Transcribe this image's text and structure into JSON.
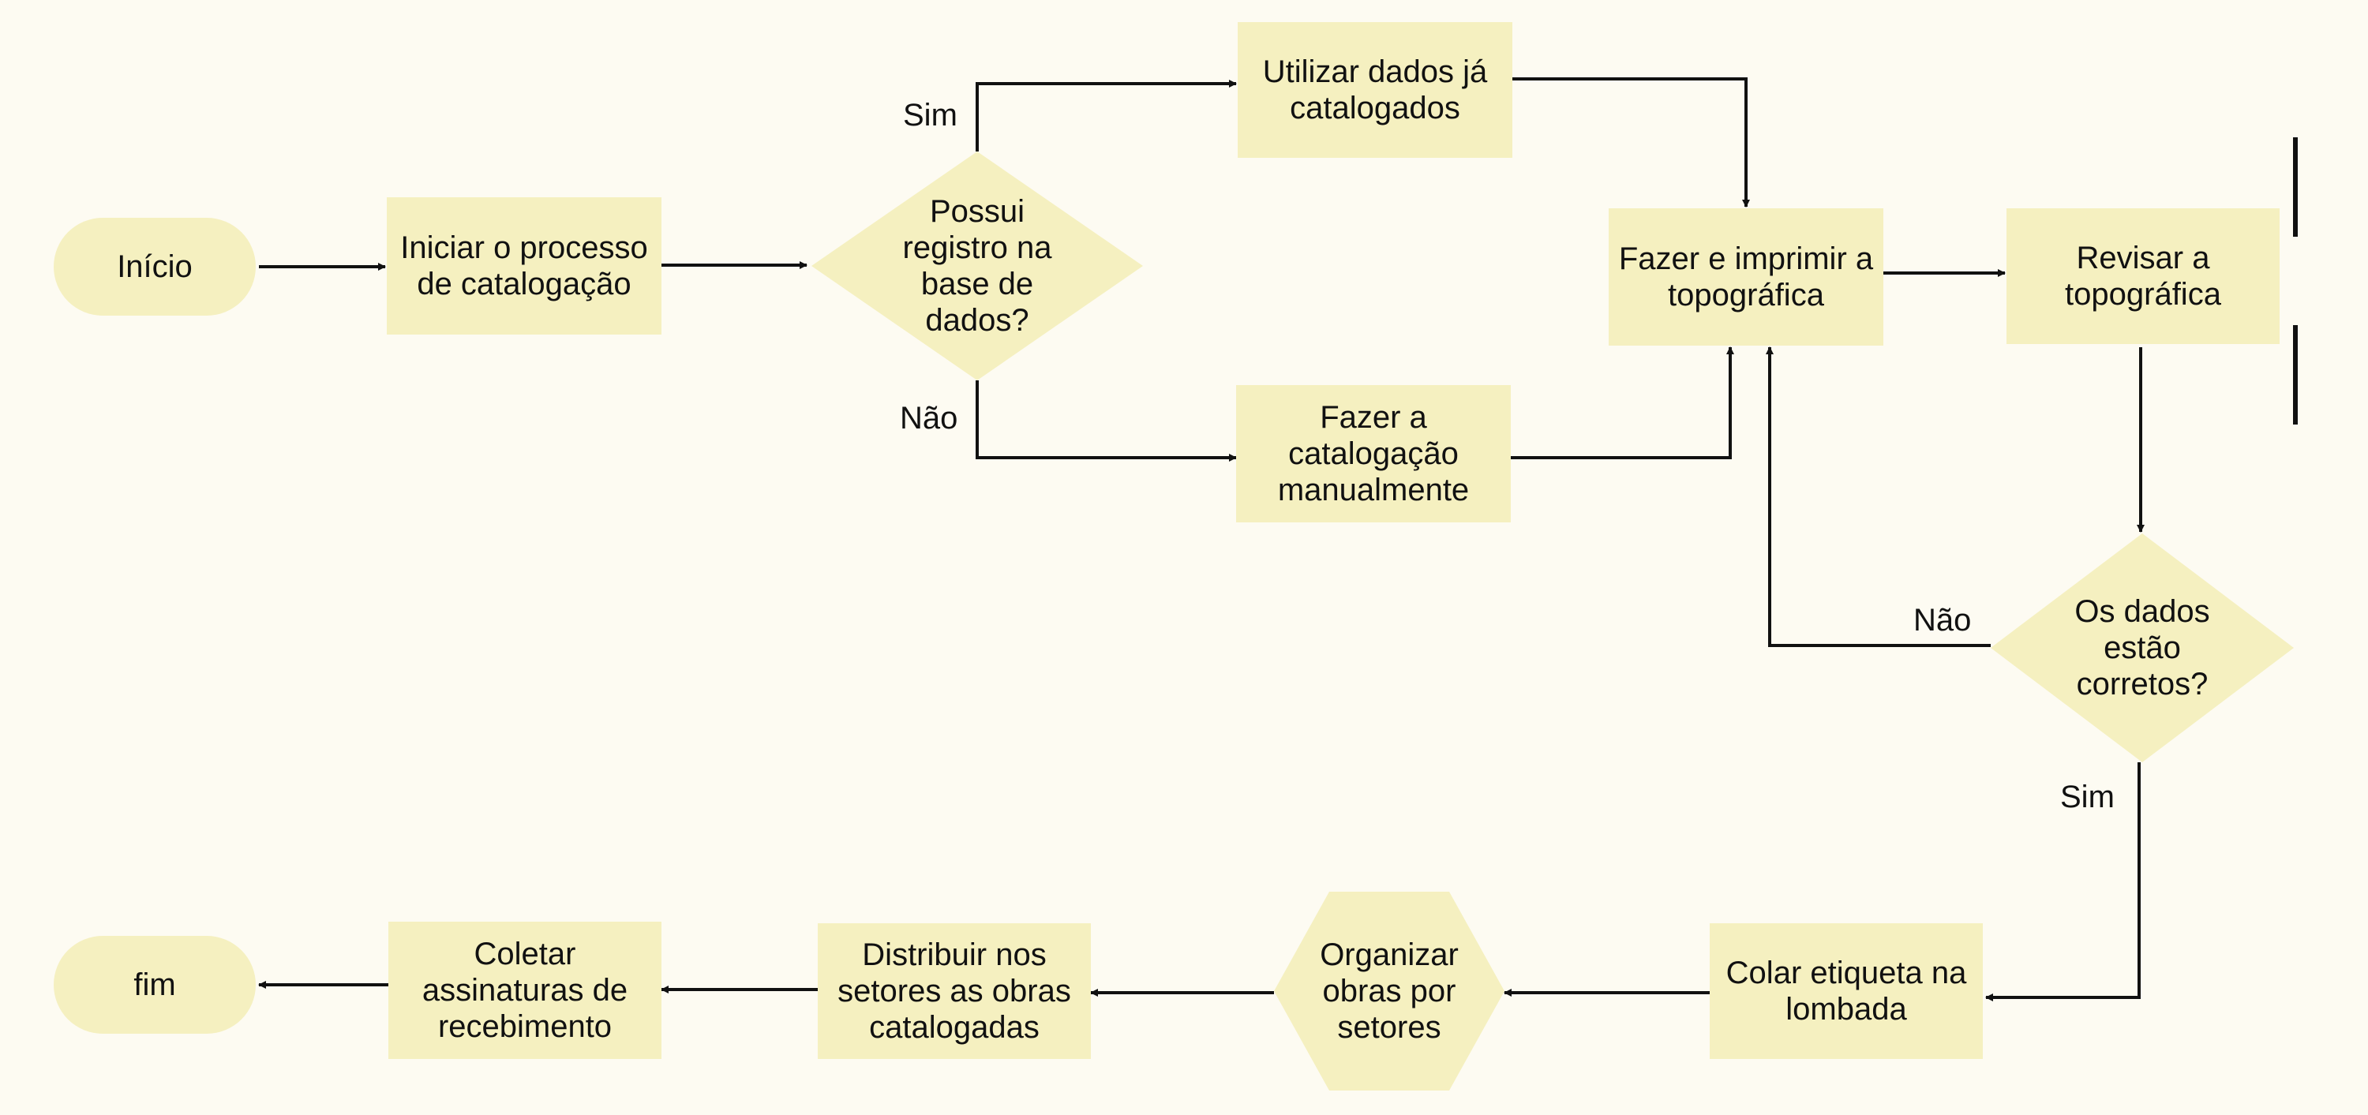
{
  "colors": {
    "background": "#fdfbf2",
    "node_fill": "#f5f0c0",
    "line": "#111111"
  },
  "nodes": {
    "inicio": "Início",
    "iniciar": "Iniciar o processo de catalogação",
    "possui": "Possui registro na base de dados?",
    "utilizar": "Utilizar dados já catalogados",
    "manual": "Fazer a catalogação manualmente",
    "imprimir": "Fazer e imprimir a topográfica",
    "revisar": "Revisar a topográfica",
    "corretos": "Os dados estão corretos?",
    "colar": "Colar etiqueta na lombada",
    "organizar": "Organizar obras por setores",
    "distribuir": "Distribuir nos setores as obras catalogadas",
    "coletar": "Coletar assinaturas de recebimento",
    "fim": "fim"
  },
  "edge_labels": {
    "possui_sim": "Sim",
    "possui_nao": "Não",
    "corretos_nao": "Não",
    "corretos_sim": "Sim"
  }
}
